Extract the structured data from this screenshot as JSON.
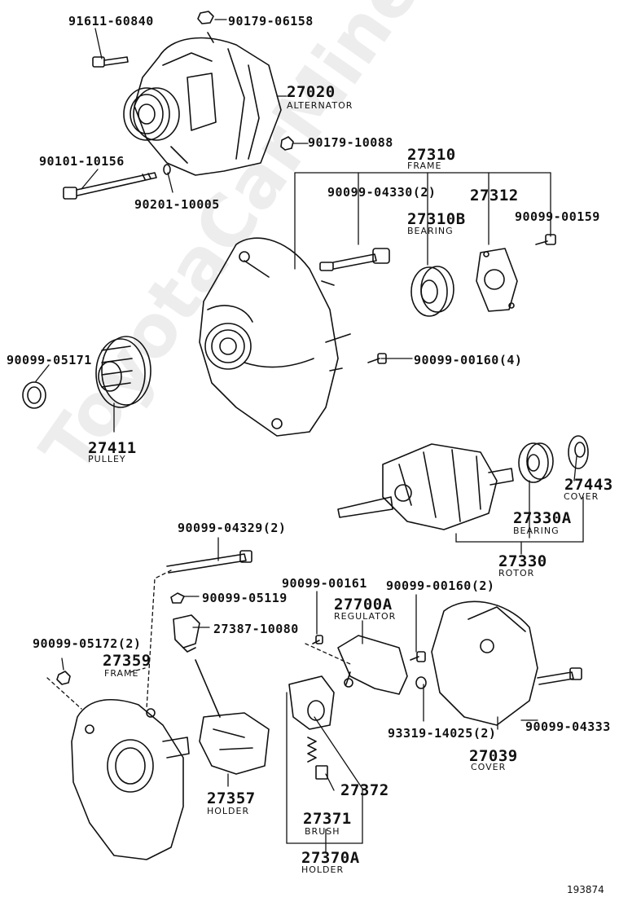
{
  "watermark": "ToyotaCarMine.ru",
  "diagram_code": "193874",
  "parts": [
    {
      "id": "p1",
      "number": "91611-60840"
    },
    {
      "id": "p2",
      "number": "90179-06158"
    },
    {
      "id": "p3",
      "number": "27020",
      "name": "ALTERNATOR"
    },
    {
      "id": "p4",
      "number": "90179-10088"
    },
    {
      "id": "p5",
      "number": "90101-10156"
    },
    {
      "id": "p6",
      "number": "90201-10005"
    },
    {
      "id": "p7",
      "number": "27310",
      "name": "FRAME"
    },
    {
      "id": "p8",
      "number": "90099-04330(2)"
    },
    {
      "id": "p9",
      "number": "27312"
    },
    {
      "id": "p10",
      "number": "27310B",
      "name": "BEARING"
    },
    {
      "id": "p11",
      "number": "90099-00159"
    },
    {
      "id": "p12",
      "number": "90099-05171"
    },
    {
      "id": "p13",
      "number": "90099-00160(4)"
    },
    {
      "id": "p14",
      "number": "27411",
      "name": "PULLEY"
    },
    {
      "id": "p15",
      "number": "27443",
      "name": "COVER"
    },
    {
      "id": "p16",
      "number": "27330A",
      "name": "BEARING"
    },
    {
      "id": "p17",
      "number": "27330",
      "name": "ROTOR"
    },
    {
      "id": "p18",
      "number": "90099-04329(2)"
    },
    {
      "id": "p19",
      "number": "90099-05119"
    },
    {
      "id": "p20",
      "number": "27387-10080"
    },
    {
      "id": "p21",
      "number": "90099-00161"
    },
    {
      "id": "p22",
      "number": "90099-00160(2)"
    },
    {
      "id": "p23",
      "number": "27700A",
      "name": "REGULATOR"
    },
    {
      "id": "p24",
      "number": "90099-05172(2)"
    },
    {
      "id": "p25",
      "number": "27359",
      "name": "FRAME"
    },
    {
      "id": "p26",
      "number": "93319-14025(2)"
    },
    {
      "id": "p27",
      "number": "90099-04333"
    },
    {
      "id": "p28",
      "number": "27039",
      "name": "COVER"
    },
    {
      "id": "p29",
      "number": "27357",
      "name": "HOLDER"
    },
    {
      "id": "p30",
      "number": "27372"
    },
    {
      "id": "p31",
      "number": "27371",
      "name": "BRUSH"
    },
    {
      "id": "p32",
      "number": "27370A",
      "name": "HOLDER"
    }
  ]
}
